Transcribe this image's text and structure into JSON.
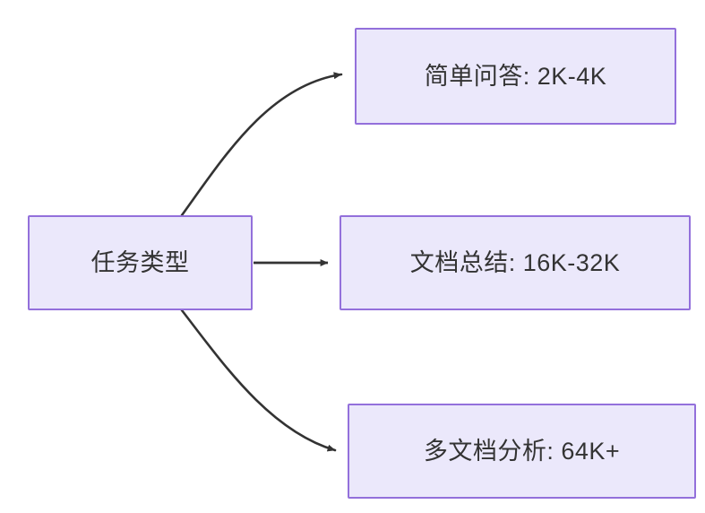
{
  "diagram": {
    "type": "flowchart",
    "direction": "left-to-right",
    "background_color": "#ffffff",
    "node_fill_color": "#ebe8fb",
    "node_border_color": "#9370db",
    "node_text_color": "#333333",
    "edge_color": "#333333",
    "nodes": [
      {
        "id": "source",
        "label": "任务类型",
        "role": "root"
      },
      {
        "id": "simple-qa",
        "label": "简单问答: 2K-4K",
        "role": "leaf"
      },
      {
        "id": "doc-summary",
        "label": "文档总结: 16K-32K",
        "role": "leaf"
      },
      {
        "id": "multi-doc",
        "label": "多文档分析: 64K+",
        "role": "leaf"
      }
    ],
    "edges": [
      {
        "from": "source",
        "to": "simple-qa",
        "style": "curved",
        "arrow": "single"
      },
      {
        "from": "source",
        "to": "doc-summary",
        "style": "straight",
        "arrow": "single"
      },
      {
        "from": "source",
        "to": "multi-doc",
        "style": "curved",
        "arrow": "single"
      }
    ]
  }
}
